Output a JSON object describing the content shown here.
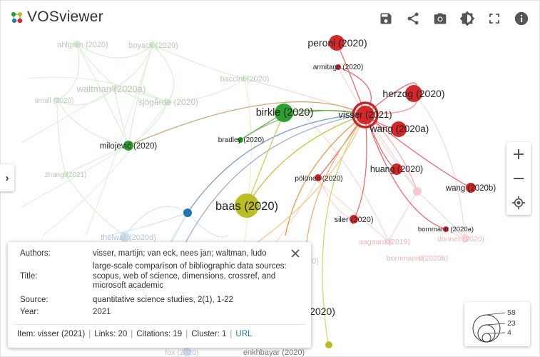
{
  "app": {
    "title": "VOSviewer"
  },
  "toolbar": [
    "save-icon",
    "share-icon",
    "camera-icon",
    "brightness-icon",
    "fullscreen-icon",
    "info-icon"
  ],
  "colors": {
    "green": "#2ca02c",
    "red": "#d62728",
    "yellow": "#bcbd22",
    "blue": "#1f77b4",
    "selected_ring": "#c62828"
  },
  "network": {
    "labels": {
      "ahlgren": "ahlgren (2020)",
      "boyack": "boyack (2020)",
      "peroni": "peroni (2020)",
      "armitage": "armitage (2020)",
      "baccini": "baccini (2020)",
      "waltman": "waltman (2020a)",
      "small": "small (2020)",
      "sjogarde": "sjögårde (2020)",
      "herzog": "herzog (2020)",
      "birkle": "birkle (2020)",
      "visser": "visser (2021)",
      "wang2020a": "wang (2020a)",
      "milojevic": "milojević (2020)",
      "bradley": "bradley (2020)",
      "zhang": "zhang (2021)",
      "polonen": "pölönen (2020)",
      "huang": "huang (2020)",
      "wang2020b": "wang (2020b)",
      "baas": "baas (2020)",
      "siler": "siler (2020)",
      "bornmann2020a": "bornmann (2020a)",
      "donner": "donner (2020)",
      "thelwall": "thelwall (2020d)",
      "aagaard": "aagaard (2019)",
      "bornmann2020b": "bornmann (2020b)",
      "partial_2020": "2020)",
      "partial_3": "0)",
      "fox": "fox (2020)",
      "enkhbayar": "enkhbayar (2020)"
    }
  },
  "info_panel": {
    "authors_label": "Authors:",
    "authors": "visser, martijn; van eck, nees jan; waltman, ludo",
    "title_label": "Title:",
    "title_lines": [
      "large-scale comparison of bibliographic data sources:",
      "scopus, web of science, dimensions, crossref, and",
      "microsoft academic"
    ],
    "source_label": "Source:",
    "source": "quantitative science studies, 2(1), 1-22",
    "year_label": "Year:",
    "year": "2021",
    "footer": {
      "item": "Item: visser (2021)",
      "links": "Links: 20",
      "citations": "Citations: 19",
      "cluster": "Cluster: 1",
      "url": "URL"
    }
  },
  "size_legend": {
    "values": [
      "58",
      "23",
      "4"
    ]
  },
  "zoom": [
    "zoom-in-icon",
    "zoom-out-icon",
    "locate-icon"
  ]
}
